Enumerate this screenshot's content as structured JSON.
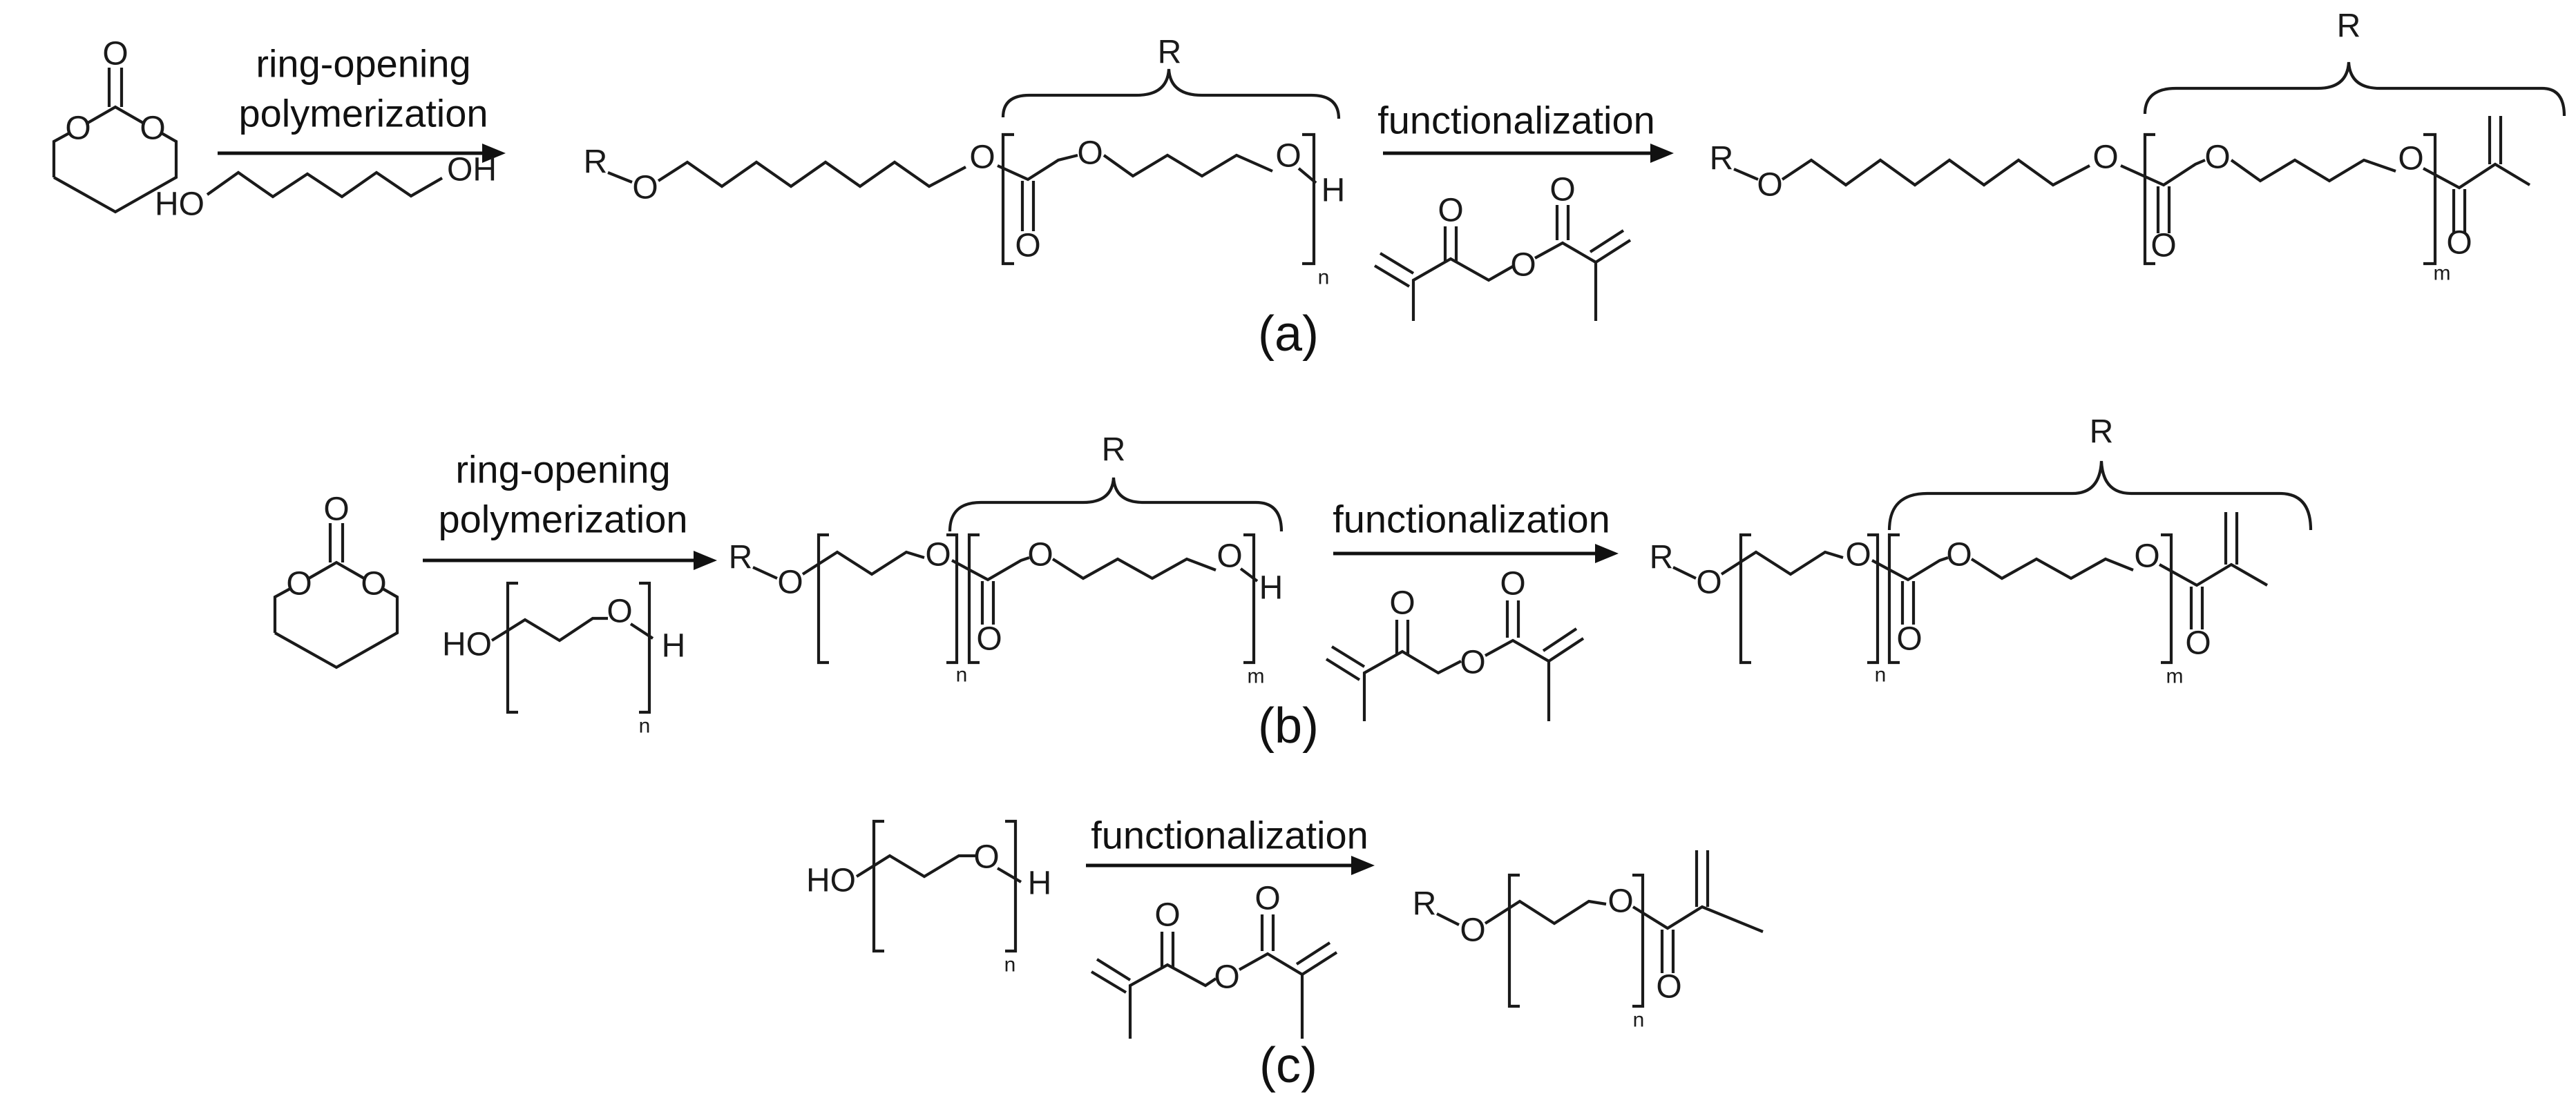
{
  "labels": {
    "rop": [
      "ring-opening",
      "polymerization"
    ],
    "func": "functionalization",
    "parts": [
      "(a)",
      "(b)",
      "(c)"
    ]
  },
  "atoms": {
    "O": "O",
    "OH": "OH",
    "HO": "HO",
    "H": "H",
    "R": "R"
  },
  "subscripts": {
    "n": "n",
    "m": "m"
  }
}
